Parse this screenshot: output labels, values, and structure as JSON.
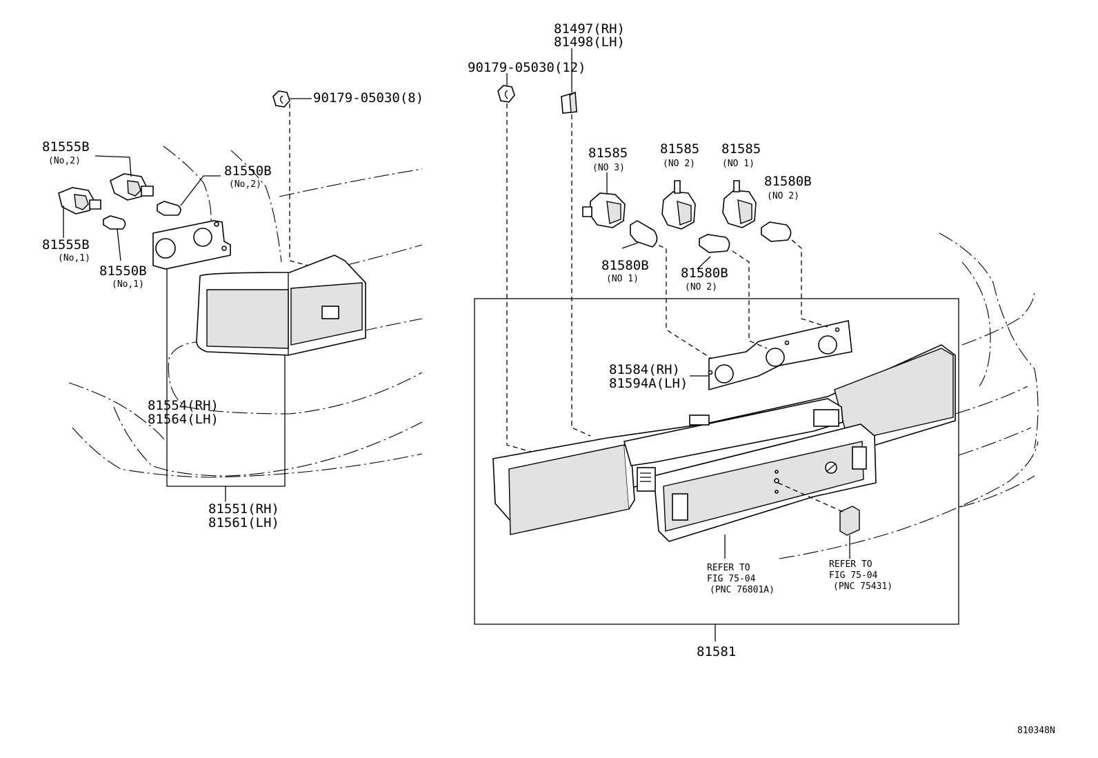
{
  "labels": {
    "bolt_left": "90179-05030(8)",
    "bolt_center": "90179-05030(12)",
    "bracket_rh": "81497(RH)",
    "bracket_lh": "81498(LH)",
    "socket_no2_left": "81555B",
    "socket_no2_left_sub": "(No,2)",
    "socket_no1_left": "81555B",
    "socket_no1_left_sub": "(No,1)",
    "bulb_no2_left": "81550B",
    "bulb_no2_left_sub": "(No,2)",
    "bulb_no1_left": "81550B",
    "bulb_no1_left_sub": "(No,1)",
    "lens_rh": "81554(RH)",
    "lens_lh": "81564(LH)",
    "lamp_assy_rh": "81551(RH)",
    "lamp_assy_lh": "81561(LH)",
    "socket_a": "81585",
    "socket_a_sub": "(NO 3)",
    "socket_b": "81585",
    "socket_b_sub": "(NO 2)",
    "socket_c": "81585",
    "socket_c_sub": "(NO 1)",
    "bulb_top": "81580B",
    "bulb_top_sub": "(NO 2)",
    "bulb_mid_left": "81580B",
    "bulb_mid_left_sub": "(NO 1)",
    "bulb_mid_right": "81580B",
    "bulb_mid_right_sub": "(NO 2)",
    "plate_rh": "81584(RH)",
    "plate_lh": "81594A(LH)",
    "refer1_line1": "REFER TO",
    "refer1_line2": "FIG 75-04",
    "refer1_line3": "(PNC 76801A)",
    "refer2_line1": "REFER TO",
    "refer2_line2": "FIG 75-04",
    "refer2_line3": "(PNC 75431)",
    "garnish_assy": "81581",
    "figure_code": "810348N"
  }
}
